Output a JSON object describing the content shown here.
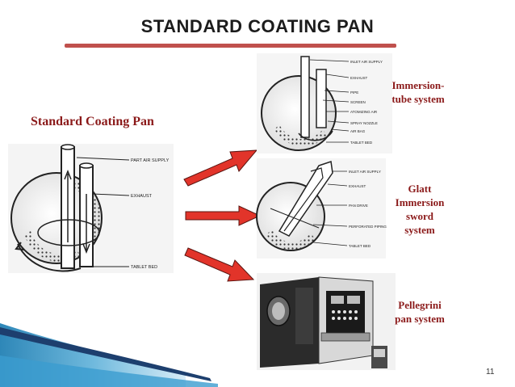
{
  "slide": {
    "title": "STANDARD COATING PAN",
    "main_label": "Standard Coating Pan",
    "page_number": "11",
    "accent_color": "#c0504d",
    "label_color": "#8b1a1a"
  },
  "diagram": {
    "main_figure": {
      "callouts": [
        "PART AIR SUPPLY",
        "EXHAUST",
        "TABLET BED"
      ]
    },
    "variants": [
      {
        "label": "Immersion-\ntube system",
        "label_lines": [
          "Immersion-",
          "tube system"
        ],
        "callouts": [
          "INLET AIR SUPPLY",
          "EXHAUST",
          "PIPE",
          "SCREEN",
          "ATOMIZING AIR",
          "SPRAY NOZZLE",
          "AIR BAG",
          "TABLET BED"
        ]
      },
      {
        "label": "Glatt Immersion sword system",
        "label_lines": [
          "Glatt",
          "Immersion",
          "sword",
          "system"
        ],
        "callouts": [
          "INLET AIR SUPPLY",
          "EXHAUST",
          "PAN DRIVE",
          "PERFORATED PIPING",
          "TABLET BED"
        ]
      },
      {
        "label": "Pellegrini pan system",
        "label_lines": [
          "Pellegrini",
          "pan system"
        ],
        "callouts": []
      }
    ]
  }
}
